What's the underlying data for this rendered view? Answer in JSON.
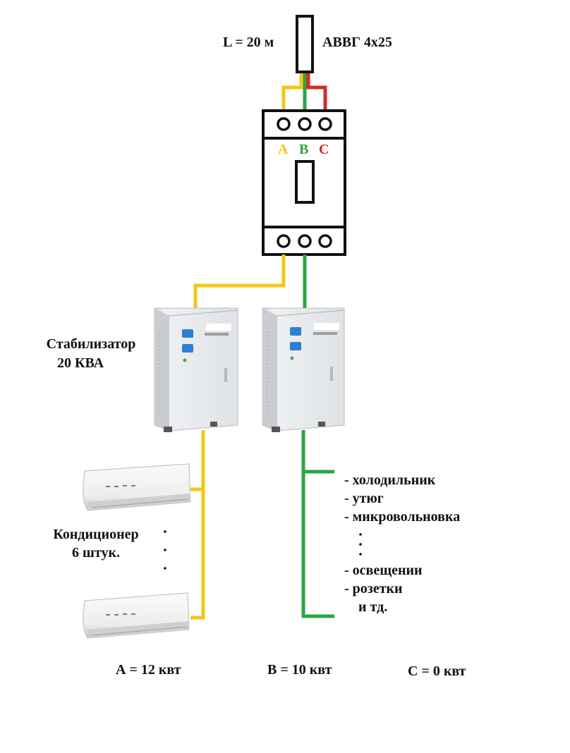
{
  "cable": {
    "length_label": "L = 20 м",
    "type_label": "АВВГ 4х25"
  },
  "breaker": {
    "phases": [
      {
        "label": "A",
        "color": "#f5c518"
      },
      {
        "label": "B",
        "color": "#2aa542"
      },
      {
        "label": "C",
        "color": "#d62828"
      }
    ]
  },
  "stabilizer": {
    "label_line1": "Стабилизатор",
    "label_line2": "20 КВА"
  },
  "conditioner": {
    "label_line1": "Кондиционер",
    "label_line2": "6 штук."
  },
  "loads": {
    "items": [
      "- холодильник",
      "- утюг",
      "- микровольновка",
      "- освещении",
      "- розетки",
      "и тд."
    ]
  },
  "phase_loads": {
    "a": "А = 12 квт",
    "b": "В = 10 квт",
    "c": "С = 0 квт"
  },
  "colors": {
    "yellow": "#f5c518",
    "green": "#2aa542",
    "red": "#d62828",
    "outline": "#111111"
  }
}
